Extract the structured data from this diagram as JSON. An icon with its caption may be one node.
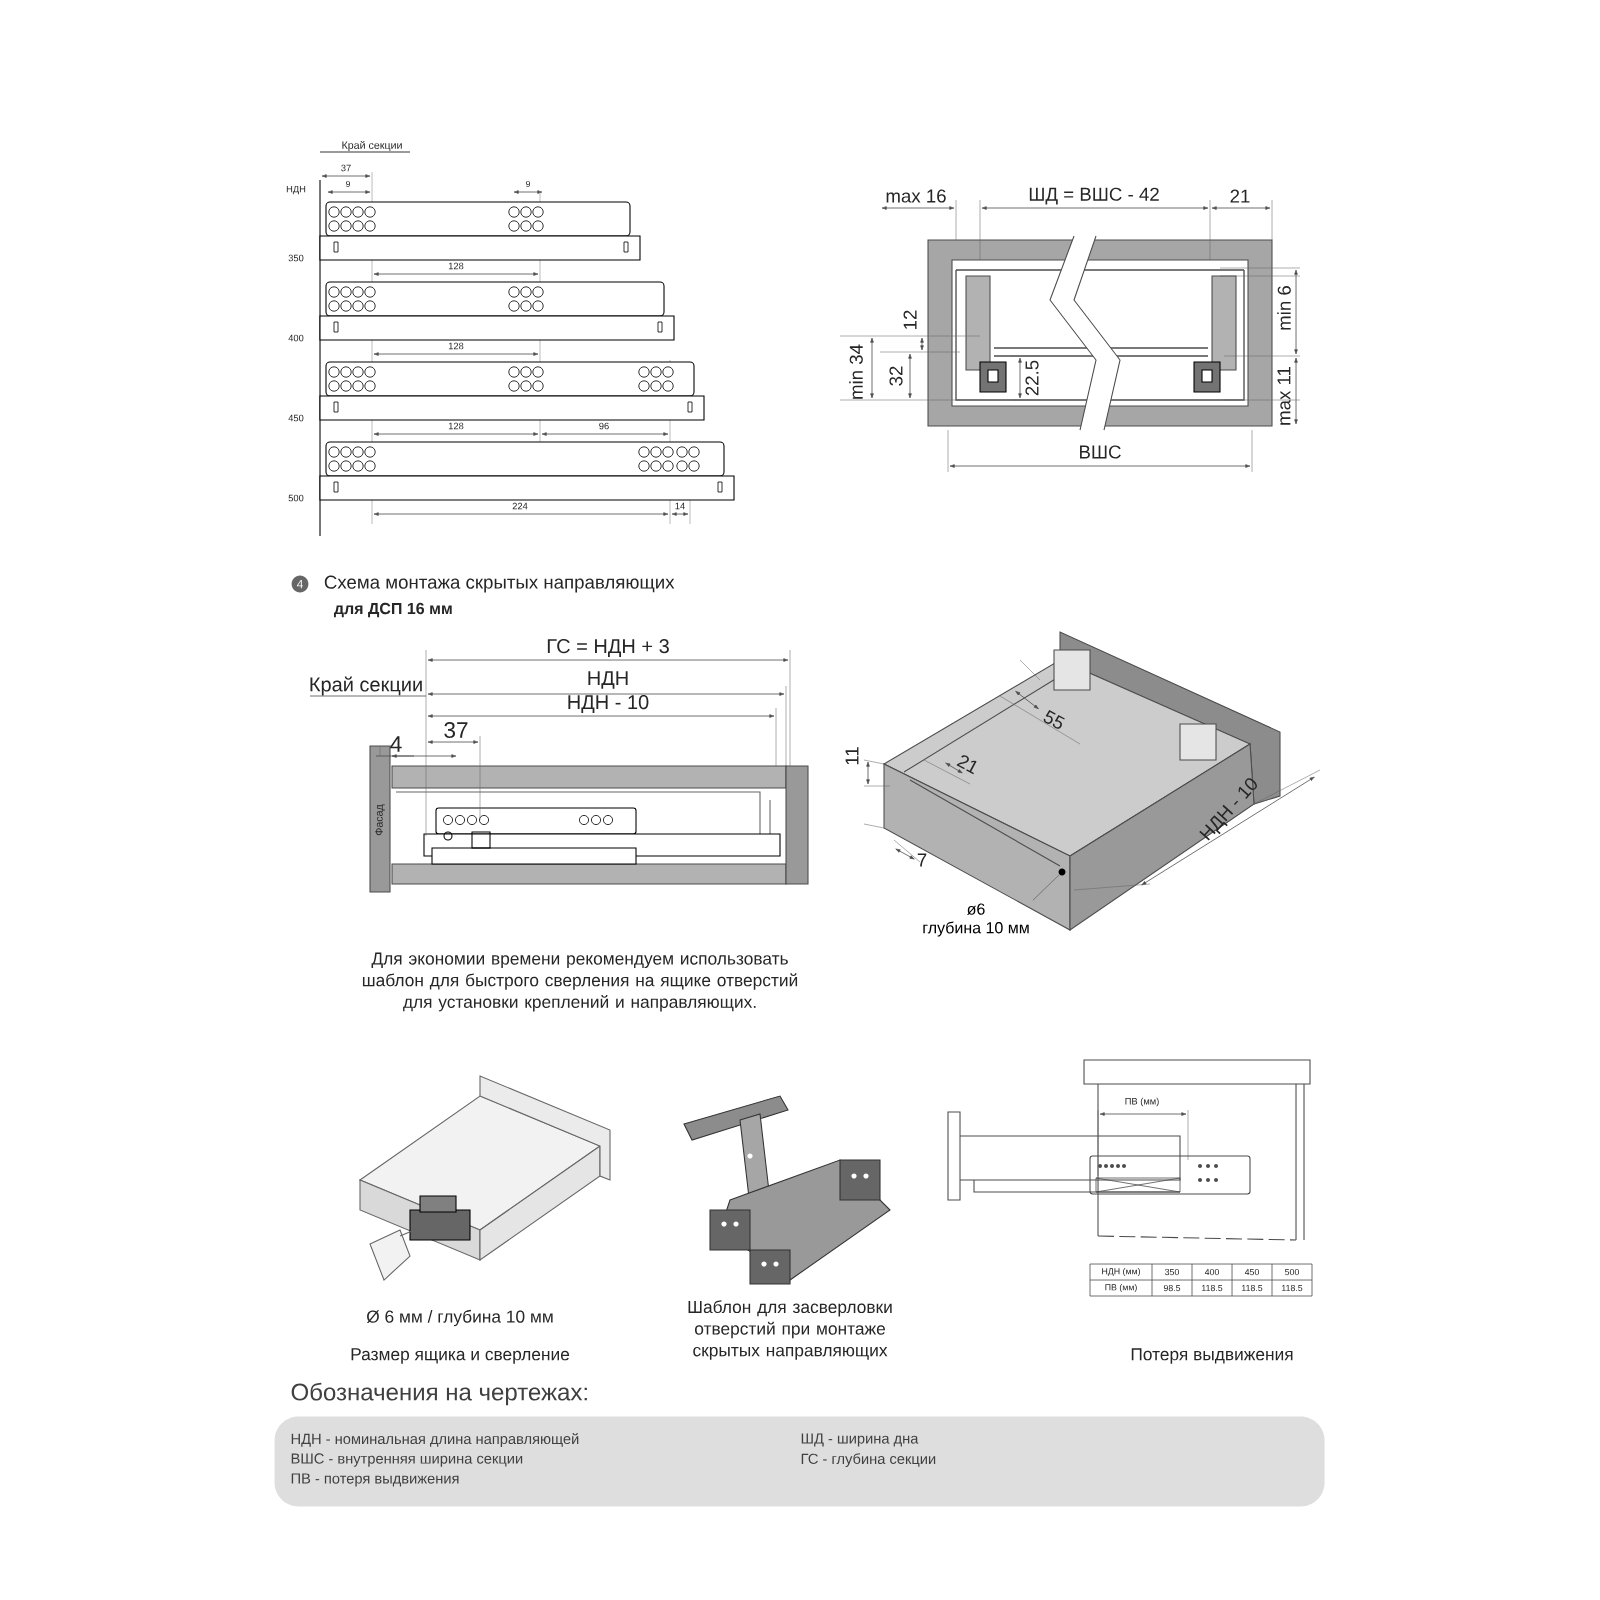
{
  "diagram": {
    "nodes": [
      {
        "text": [
          "ø6",
          "глубина 10 мм"
        ]
      },
      {
        "text": [],
        "shape": "circle"
      },
      {
        "text": [
          "Обозначения на чертежах:",
          "НДН - номинальная длина направляющей",
          "ВШС - внутренняя ширина секции",
          "ПВ - потеря выдвижения",
          "ШД - ширина дна",
          "ГС - глубина секции"
        ]
      }
    ],
    "edges": [
      {
        "from": 0,
        "to": 1,
        "arrow": "none"
      }
    ],
    "labels": [
      "НДН",
      "Край секции",
      "37",
      "9",
      "9",
      "350",
      "128",
      "400",
      "128",
      "450",
      "128",
      "96",
      "500",
      "224",
      "14",
      "max 16",
      "ШД = ВШС - 42",
      "21",
      "12",
      "min 6",
      "min 34",
      "32",
      "22.5",
      "max 11",
      "ВШС",
      "4",
      "Схема монтажа скрытых направляющих",
      "для ДСП 16 мм",
      "ГС = НДН + 3",
      "Край секции",
      "НДН",
      "НДН - 10",
      "37",
      "4",
      "Фасад",
      "55",
      "11",
      "21",
      "7",
      "НДН - 10",
      "Для экономии времени рекомендуем использовать шаблон для быстрого сверления на ящике отверстий для установки креплений и направляющих.",
      "Ø 6 мм / глубина 10 мм",
      "Размер ящика и сверление",
      "Шаблон для засверловки отверстий при монтаже скрытых направляющих",
      "ПВ (мм)",
      "НДН (мм)",
      "350",
      "400",
      "450",
      "500",
      "ПВ (мм)",
      "98.5",
      "118.5",
      "118.5",
      "118.5",
      "Потеря выдвижения"
    ]
  }
}
